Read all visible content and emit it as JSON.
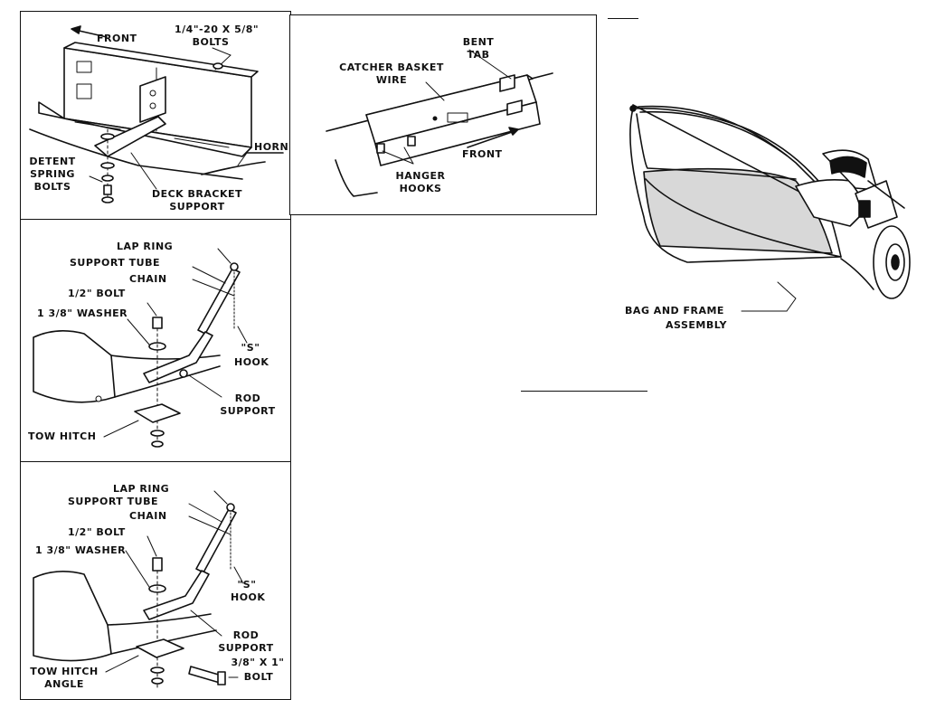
{
  "panels": {
    "deck_bracket": {
      "front": "FRONT",
      "bolts_spec": "1/4\"-20 X 5/8\"",
      "bolts": "BOLTS",
      "horn": "HORN",
      "detent_line1": "DETENT",
      "detent_line2": "SPRING",
      "detent_line3": "BOLTS",
      "deck_line1": "DECK BRACKET",
      "deck_line2": "SUPPORT"
    },
    "catcher": {
      "bent_line1": "BENT",
      "bent_line2": "TAB",
      "catcher_line1": "CATCHER BASKET",
      "catcher_line2": "WIRE",
      "front": "FRONT",
      "hanger_line1": "HANGER",
      "hanger_line2": "HOOKS"
    },
    "tow_hitch": {
      "lap_ring": "LAP RING",
      "support_tube": "SUPPORT TUBE",
      "chain": "CHAIN",
      "half_bolt": "1/2\" BOLT",
      "washer": "1 3/8\" WASHER",
      "s_hook_line1": "\"S\"",
      "s_hook_line2": "HOOK",
      "rod_line1": "ROD",
      "rod_line2": "SUPPORT",
      "tow_hitch": "TOW HITCH"
    },
    "tow_hitch_angle": {
      "lap_ring": "LAP RING",
      "support_tube": "SUPPORT TUBE",
      "chain": "CHAIN",
      "half_bolt": "1/2\" BOLT",
      "washer": "1 3/8\" WASHER",
      "s_hook_line1": "\"S\"",
      "s_hook_line2": "HOOK",
      "rod_line1": "ROD",
      "rod_line2": "SUPPORT",
      "tow_line1": "TOW HITCH",
      "tow_line2": "ANGLE",
      "bolt_spec": "3/8\" X 1\"",
      "bolt": "BOLT"
    },
    "bag": {
      "line1": "BAG AND FRAME",
      "line2": "ASSEMBLY"
    }
  }
}
